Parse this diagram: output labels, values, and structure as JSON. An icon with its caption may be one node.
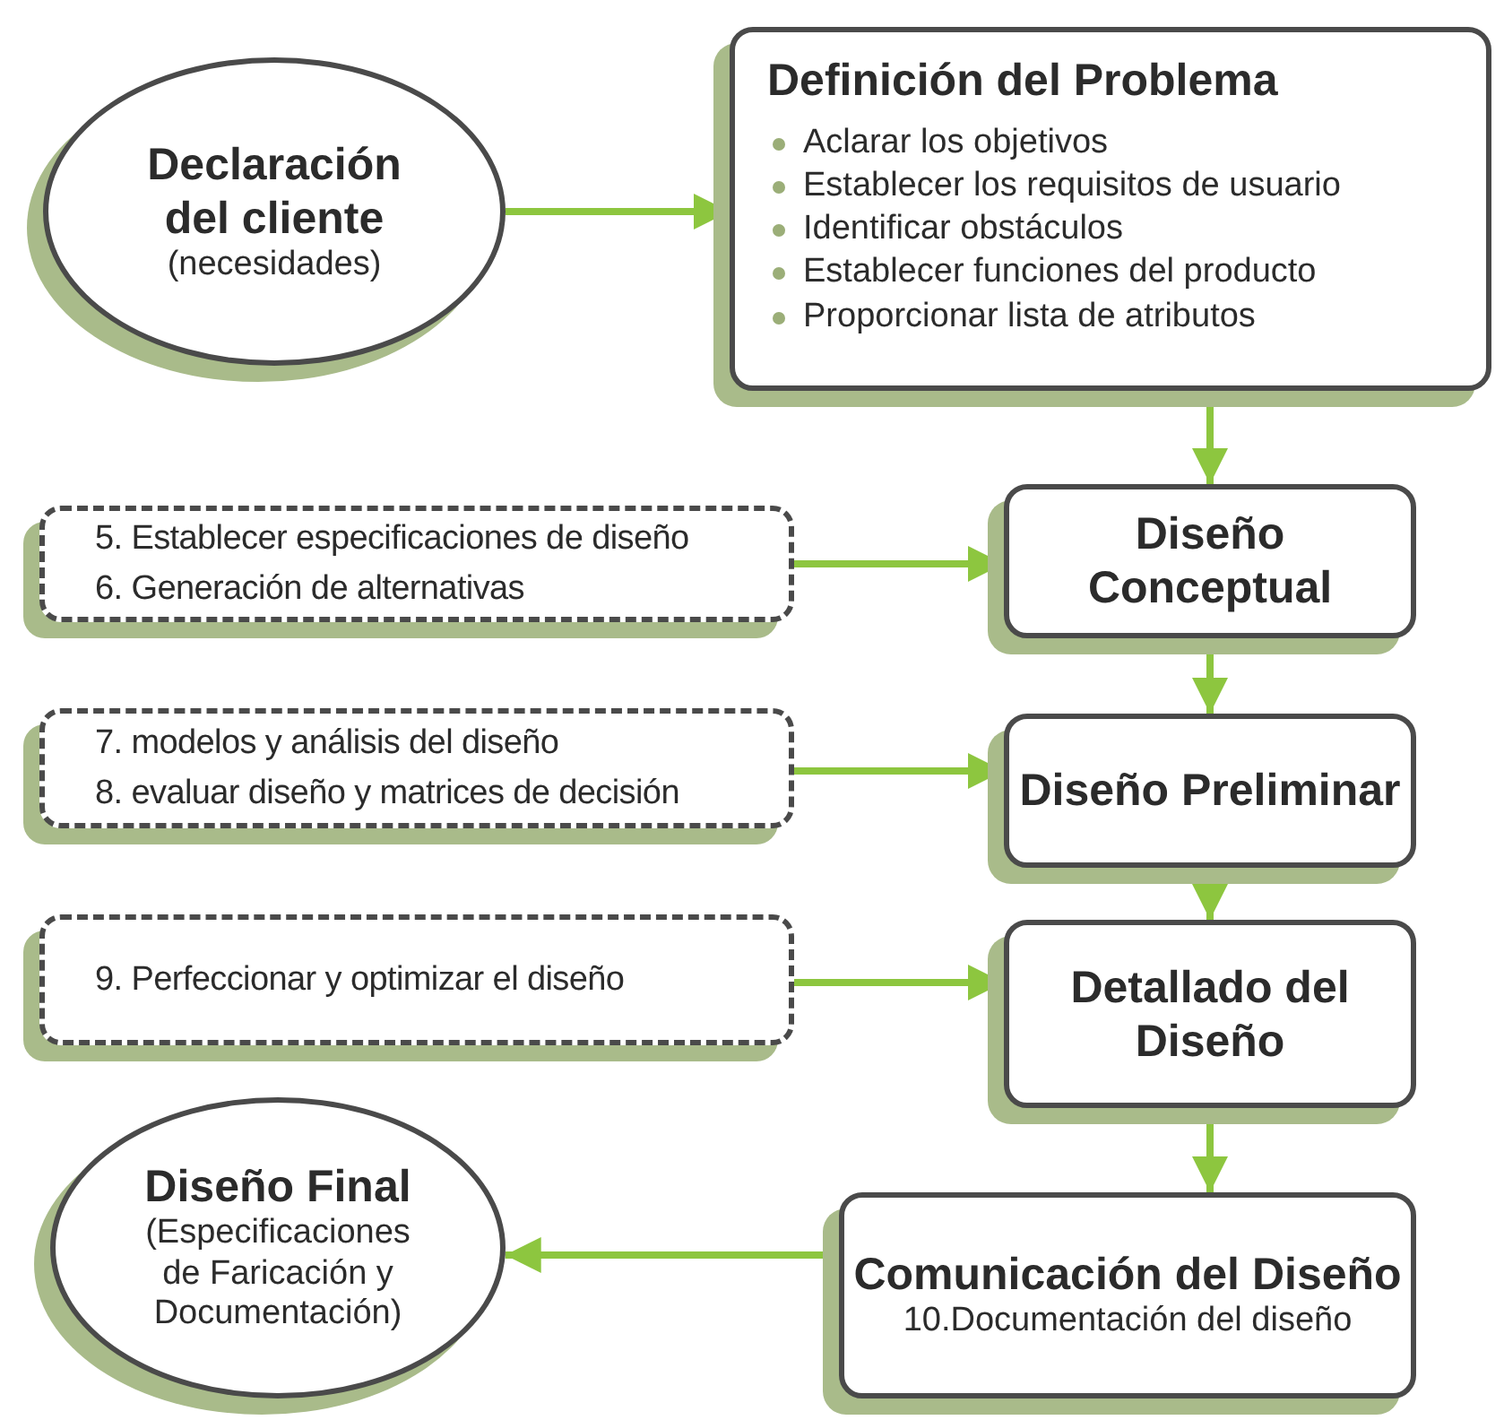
{
  "diagram": {
    "nodes": [
      {
        "text": [
          "Declaración del cliente",
          "(necesidades)"
        ]
      },
      {
        "text": [
          "Definición del Problema",
          "Aclarar los objetivos",
          "Establecer los requisitos de usuario",
          "Identificar obstáculos",
          "Establecer funciones del producto",
          "Proporcionar lista de atributos"
        ]
      },
      {
        "text": [
          "5. Establecer especificaciones de diseño",
          "6. Generación de alternativas"
        ]
      },
      {
        "text": [
          "Diseño Conceptual"
        ]
      },
      {
        "text": [
          "7. modelos y análisis del diseño",
          "8. evaluar diseño y matrices de decisión"
        ]
      },
      {
        "text": [
          "Diseño Preliminar"
        ]
      },
      {
        "text": [
          "9. Perfeccionar  y optimizar el diseño"
        ]
      },
      {
        "text": [
          "Detallado del Diseño"
        ]
      },
      {
        "text": [
          "Diseño Final",
          "(Especificaciones de Faricación y Documentación)"
        ]
      },
      {
        "text": [
          "Comunicación del Diseño",
          "10.Documentación del diseño"
        ]
      }
    ],
    "edges": [
      {
        "from": 0,
        "to": 1,
        "arrow": "to"
      },
      {
        "from": 1,
        "to": 3,
        "arrow": "to"
      },
      {
        "from": 2,
        "to": 3,
        "arrow": "to"
      },
      {
        "from": 3,
        "to": 5,
        "arrow": "to"
      },
      {
        "from": 4,
        "to": 5,
        "arrow": "to"
      },
      {
        "from": 5,
        "to": 7,
        "arrow": "to"
      },
      {
        "from": 6,
        "to": 7,
        "arrow": "to"
      },
      {
        "from": 7,
        "to": 9,
        "arrow": "to"
      },
      {
        "from": 9,
        "to": 8,
        "arrow": "to"
      }
    ]
  }
}
